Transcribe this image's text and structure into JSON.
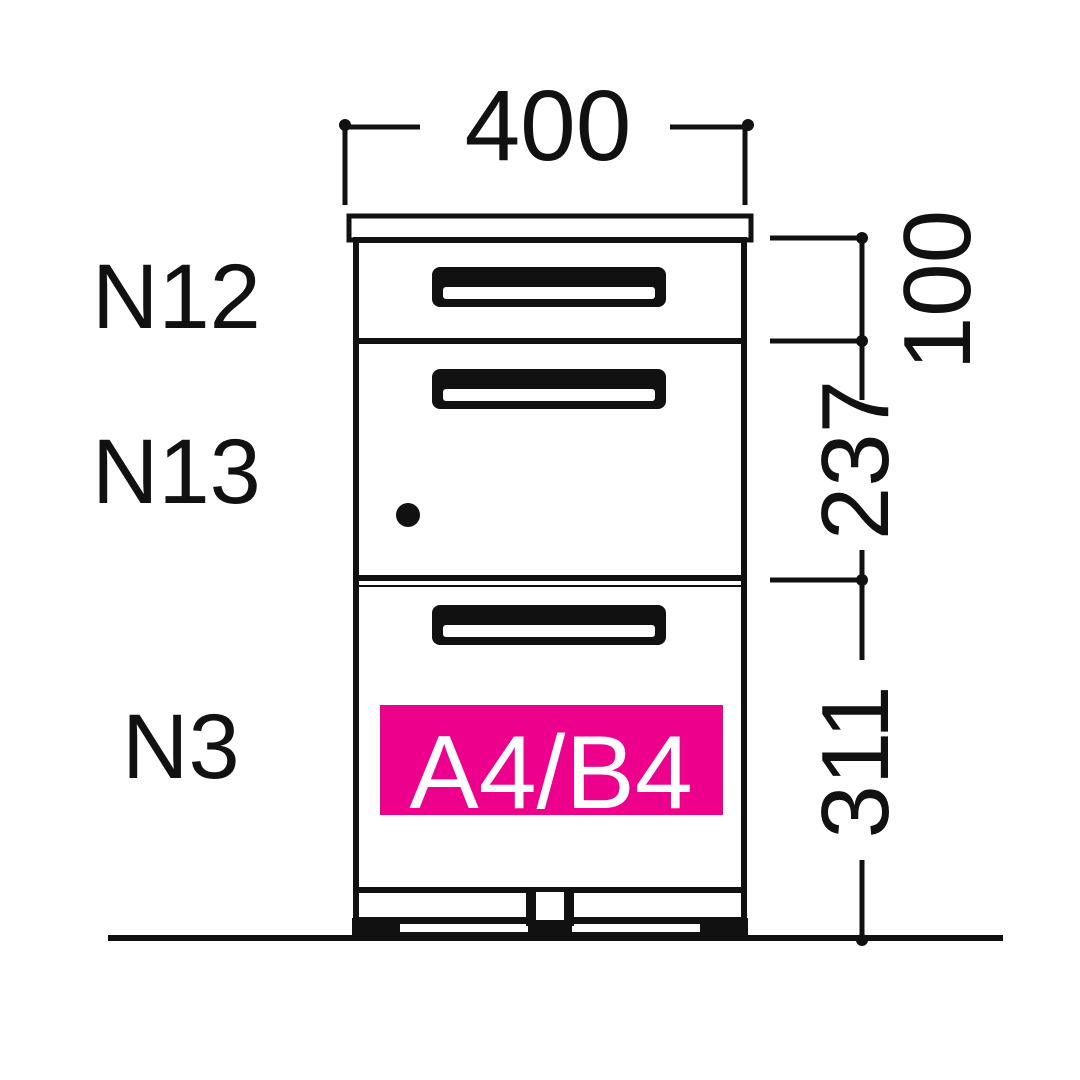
{
  "dimensions": {
    "width": "400",
    "height_top": "100",
    "height_middle": "237",
    "height_bottom": "311"
  },
  "drawers": [
    {
      "label": "N12"
    },
    {
      "label": "N13"
    },
    {
      "label": "N3"
    }
  ],
  "badge": {
    "text": "A4/B4",
    "color": "#EC008C"
  }
}
